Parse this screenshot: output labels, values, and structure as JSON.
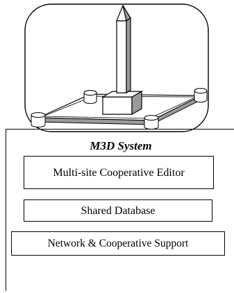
{
  "diagram": {
    "title": "M3D System",
    "components": [
      {
        "label": "Multi-site Cooperative Editor"
      },
      {
        "label": "Shared Database"
      },
      {
        "label": "Network & Cooperative Support"
      }
    ],
    "illustration": "tower-on-platform-with-cylinders"
  },
  "colors": {
    "stroke": "#000000",
    "shade": "#9a9a9a",
    "background": "#ffffff"
  }
}
